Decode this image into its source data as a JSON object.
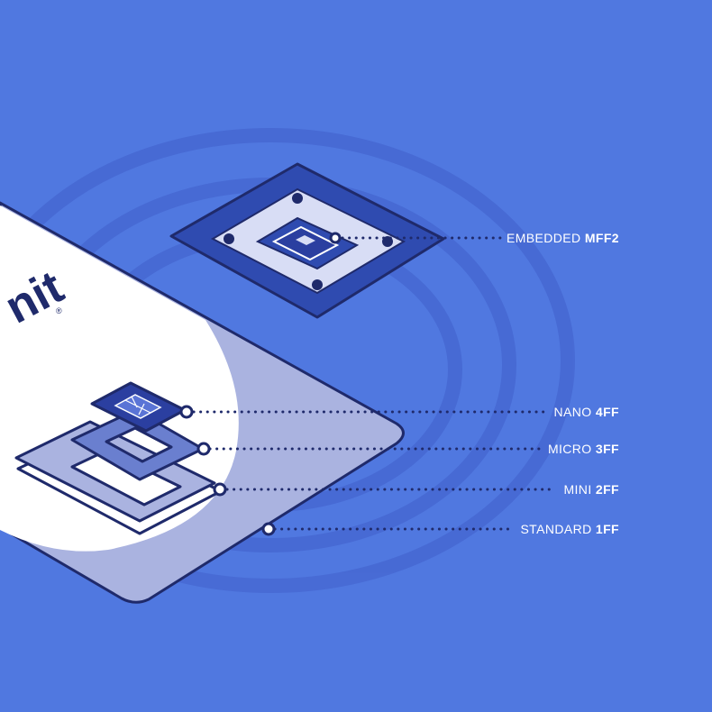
{
  "brand": {
    "text": "nit",
    "mark": "®"
  },
  "sim_formats": [
    {
      "name": "EMBEDDED",
      "code": "MFF2"
    },
    {
      "name": "NANO",
      "code": "4FF"
    },
    {
      "name": "MICRO",
      "code": "3FF"
    },
    {
      "name": "MINI",
      "code": "2FF"
    },
    {
      "name": "STANDARD",
      "code": "1FF"
    }
  ],
  "colors": {
    "background": "#5078e0",
    "navy": "#1f2a6b",
    "chip_blue": "#3a55b8",
    "card_white": "#ffffff",
    "card_lavender": "#aab3e0"
  }
}
